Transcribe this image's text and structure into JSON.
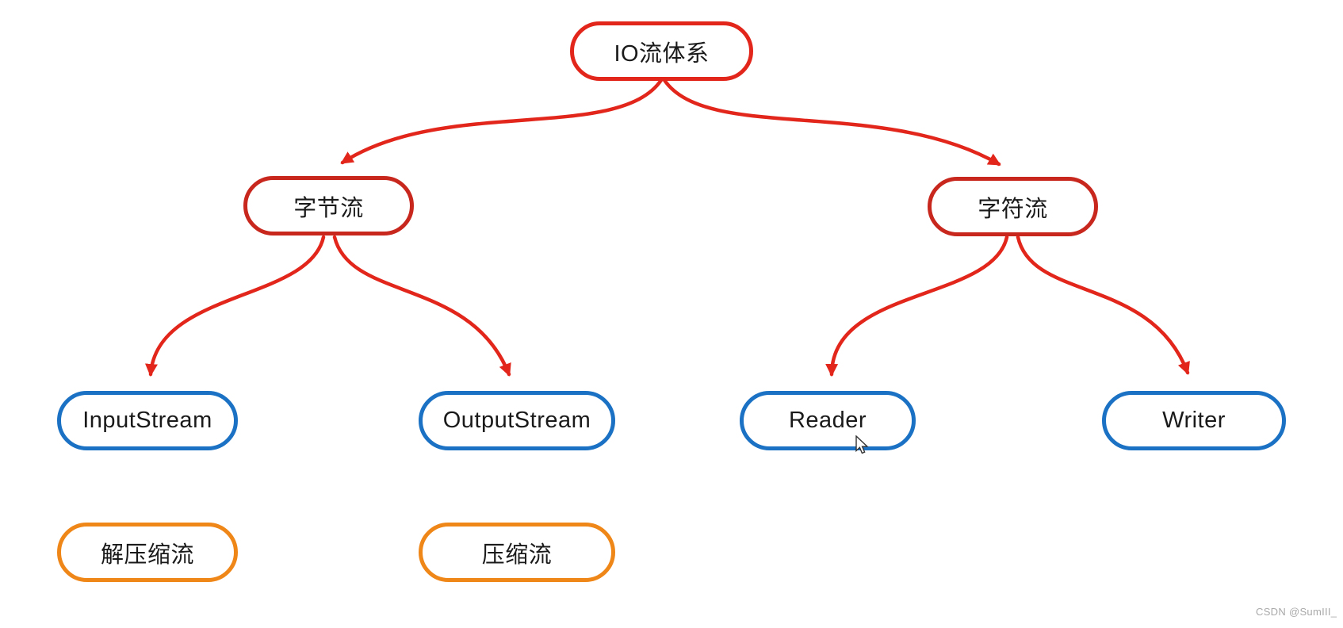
{
  "diagram": {
    "nodes": {
      "root": {
        "label": "IO流体系"
      },
      "byte_stream": {
        "label": "字节流"
      },
      "char_stream": {
        "label": "字符流"
      },
      "input_stream": {
        "label": "InputStream"
      },
      "output_stream": {
        "label": "OutputStream"
      },
      "reader": {
        "label": "Reader"
      },
      "writer": {
        "label": "Writer"
      },
      "decompress_stream": {
        "label": "解压缩流"
      },
      "compress_stream": {
        "label": "压缩流"
      }
    },
    "edges": [
      {
        "from": "IO流体系",
        "to": "字节流"
      },
      {
        "from": "IO流体系",
        "to": "字符流"
      },
      {
        "from": "字节流",
        "to": "InputStream"
      },
      {
        "from": "字节流",
        "to": "OutputStream"
      },
      {
        "from": "字符流",
        "to": "Reader"
      },
      {
        "from": "字符流",
        "to": "Writer"
      }
    ],
    "colors": {
      "edge_red": "#e2261b",
      "node_border_red": "#c8271e",
      "node_border_blue": "#1b72c4",
      "node_border_orange": "#ef8618",
      "node_text": "#1a1a1a"
    }
  },
  "watermark": "CSDN @SumIII_"
}
